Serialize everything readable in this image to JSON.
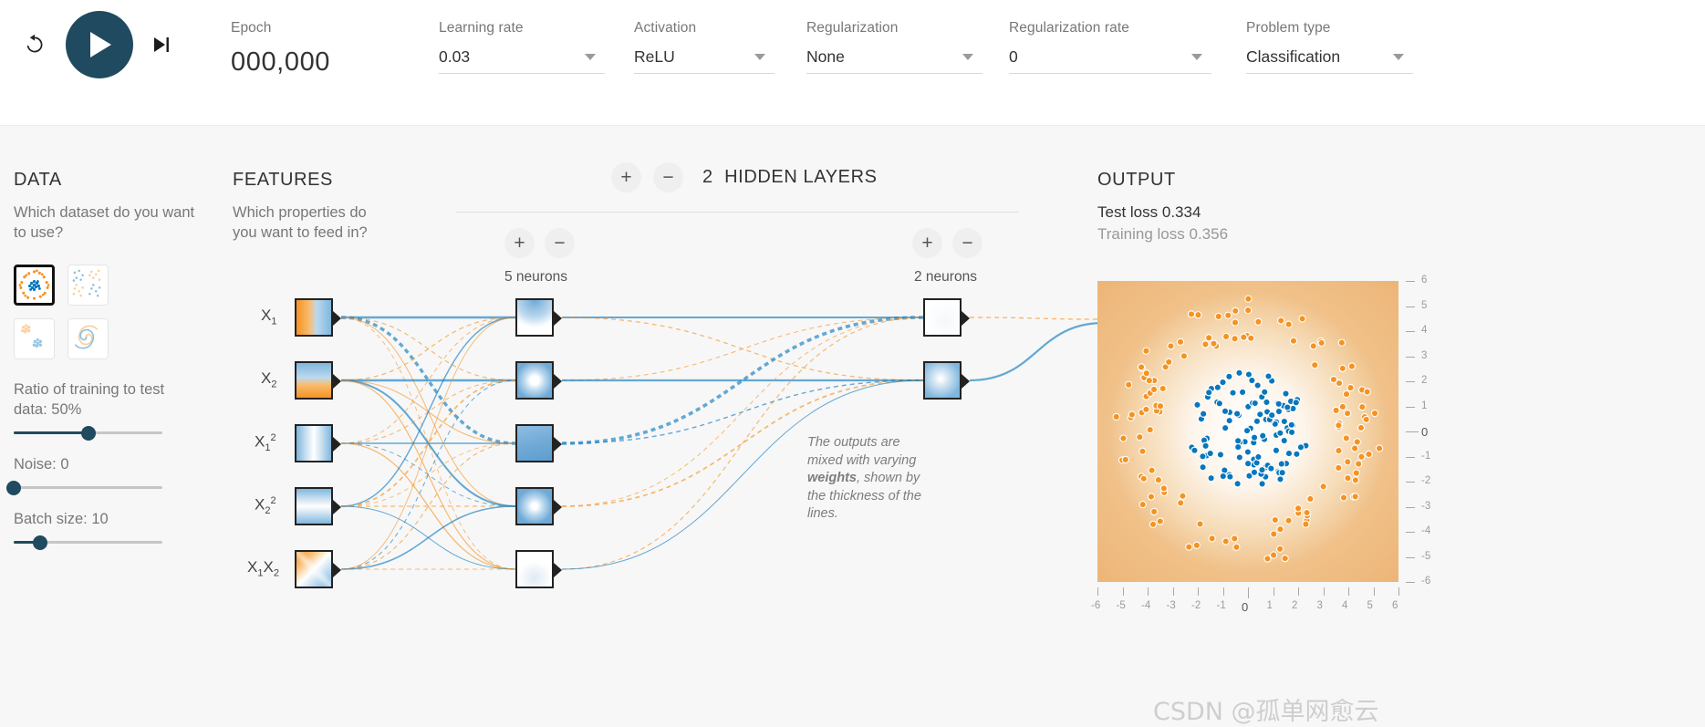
{
  "toolbar": {
    "reset_icon": "reset-icon",
    "play_icon": "play-icon",
    "step_icon": "step-forward-icon",
    "epoch_label": "Epoch",
    "epoch_value": "000,000",
    "controls": [
      {
        "label": "Learning rate",
        "value": "0.03",
        "name": "learning-rate"
      },
      {
        "label": "Activation",
        "value": "ReLU",
        "name": "activation"
      },
      {
        "label": "Regularization",
        "value": "None",
        "name": "regularization"
      },
      {
        "label": "Regularization rate",
        "value": "0",
        "name": "regularization-rate"
      },
      {
        "label": "Problem type",
        "value": "Classification",
        "name": "problem-type"
      }
    ]
  },
  "data_panel": {
    "title": "DATA",
    "subtitle": "Which dataset do you want to use?",
    "datasets": [
      {
        "name": "circle",
        "selected": true
      },
      {
        "name": "exclusive-or",
        "selected": false
      },
      {
        "name": "gaussian",
        "selected": false
      },
      {
        "name": "spiral",
        "selected": false
      }
    ],
    "ratio_label": "Ratio of training to test data:",
    "ratio_value": "50%",
    "ratio_pct": 50,
    "noise_label": "Noise:",
    "noise_value": "0",
    "noise_pct": 0,
    "batch_label": "Batch size:",
    "batch_value": "10",
    "batch_pct": 18
  },
  "features_panel": {
    "title": "FEATURES",
    "subtitle": "Which properties do you want to feed in?",
    "features": [
      {
        "label": "X",
        "sub": "1",
        "sup": "",
        "name": "x1"
      },
      {
        "label": "X",
        "sub": "2",
        "sup": "",
        "name": "x2"
      },
      {
        "label": "X",
        "sub": "1",
        "sup": "2",
        "name": "x1-squared"
      },
      {
        "label": "X",
        "sub": "2",
        "sup": "2",
        "name": "x2-squared"
      },
      {
        "label": "X1X2",
        "sub": "",
        "sup": "",
        "name": "x1x2"
      }
    ]
  },
  "network": {
    "add_layer_label": "+",
    "remove_layer_label": "−",
    "layer_count": "2",
    "hidden_layers_label": "HIDDEN LAYERS",
    "layer1_neurons_label": "5 neurons",
    "layer2_neurons_label": "2 neurons",
    "weights_note_part1": "The outputs are mixed with varying ",
    "weights_note_bold": "weights",
    "weights_note_part2": ", shown by the thickness of the lines."
  },
  "output_panel": {
    "title": "OUTPUT",
    "test_loss_label": "Test loss",
    "test_loss_value": "0.334",
    "training_loss_label": "Training loss",
    "training_loss_value": "0.356"
  },
  "colors": {
    "positive": "#f59322",
    "negative": "#0877bd",
    "dark": "#1f4a5f",
    "background": "#f7f7f7"
  },
  "watermark": "CSDN @孤单网愈云",
  "chart_data": {
    "type": "scatter",
    "title": "OUTPUT",
    "xlabel": "",
    "ylabel": "",
    "xlim": [
      -6,
      6
    ],
    "ylim": [
      -6,
      6
    ],
    "x_ticks": [
      "-6",
      "-5",
      "-4",
      "-3",
      "-2",
      "-1",
      "0",
      "1",
      "2",
      "3",
      "4",
      "5",
      "6"
    ],
    "y_ticks": [
      "6",
      "5",
      "4",
      "3",
      "2",
      "1",
      "0",
      "-1",
      "-2",
      "-3",
      "-4",
      "-5",
      "-6"
    ],
    "grid": false,
    "legend": "none",
    "series": [
      {
        "name": "class-negative",
        "color": "#0877bd",
        "count": 120,
        "description": "inner cluster near origin, radius 0 to 2.5"
      },
      {
        "name": "class-positive",
        "color": "#f59322",
        "count": 130,
        "description": "outer ring, radius 3.5 to 5.5"
      }
    ],
    "background_field": "decision boundary heatmap: orange outside, white/blue center"
  }
}
